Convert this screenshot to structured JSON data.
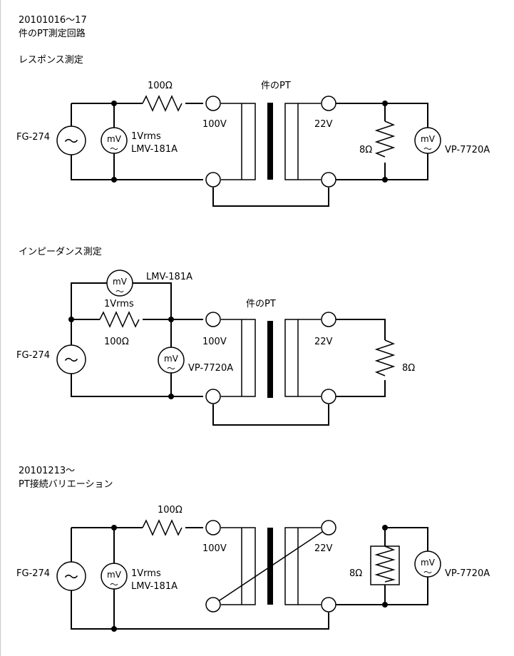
{
  "header": {
    "date_line": "20101016〜17",
    "title": "件のPT測定回路"
  },
  "section1": {
    "heading": "レスポンス測定",
    "resistor": "100Ω",
    "pt_label": "件のPT",
    "primary_v": "100V",
    "secondary_v": "22V",
    "source": "FG-274",
    "meter1_top": "mV",
    "meter1_bot": "〜",
    "meter1_level": "1Vrms",
    "meter1_model": "LMV-181A",
    "load": "8Ω",
    "meter2_top": "mV",
    "meter2_bot": "〜",
    "meter2_model": "VP-7720A",
    "source_symbol": "〜"
  },
  "section2": {
    "heading": "インピーダンス測定",
    "meter1_top": "mV",
    "meter1_bot": "〜",
    "meter1_model": "LMV-181A",
    "level": "1Vrms",
    "resistor": "100Ω",
    "pt_label": "件のPT",
    "primary_v": "100V",
    "secondary_v": "22V",
    "source": "FG-274",
    "source_symbol": "〜",
    "meter2_top": "mV",
    "meter2_bot": "〜",
    "meter2_model": "VP-7720A",
    "load": "8Ω"
  },
  "section3": {
    "date_line": "20101213〜",
    "heading": "PT接続バリエーション",
    "resistor": "100Ω",
    "primary_v": "100V",
    "secondary_v": "22V",
    "source": "FG-274",
    "source_symbol": "〜",
    "meter1_top": "mV",
    "meter1_bot": "〜",
    "meter1_level": "1Vrms",
    "meter1_model": "LMV-181A",
    "load": "8Ω",
    "meter2_top": "mV",
    "meter2_bot": "〜",
    "meter2_model": "VP-7720A"
  }
}
